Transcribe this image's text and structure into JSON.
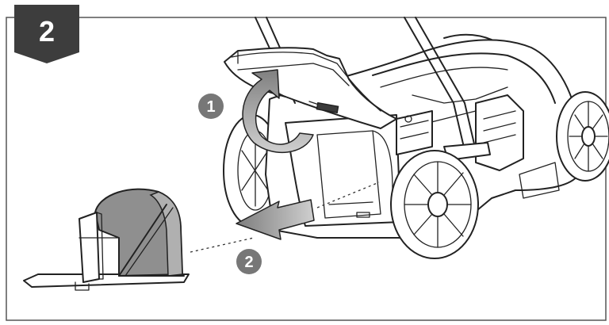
{
  "step": {
    "number": "2"
  },
  "callouts": [
    {
      "id": "open-lid",
      "label": "1"
    },
    {
      "id": "remove-box",
      "label": "2"
    }
  ],
  "colors": {
    "line": "#222222",
    "badge": "#3d3d3d",
    "callout": "#777777",
    "arrow": "#8f8f8f"
  }
}
